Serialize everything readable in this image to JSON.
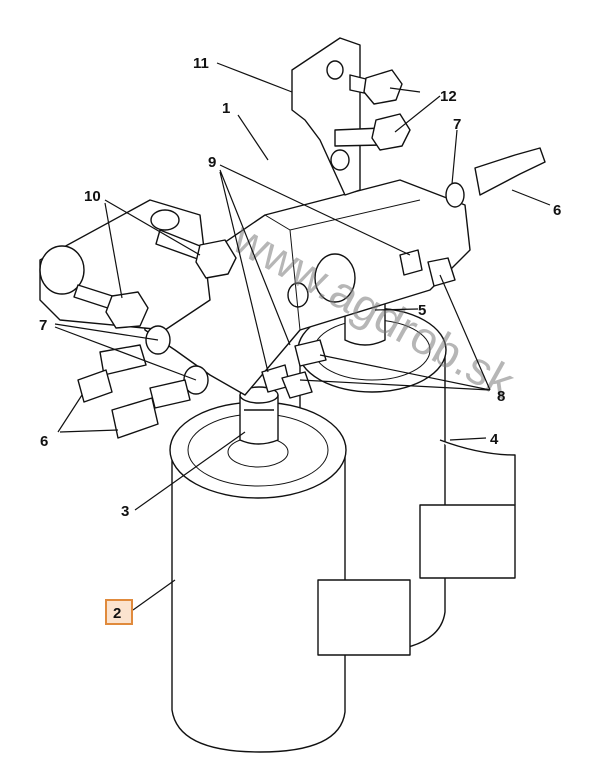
{
  "watermark": "www.agdrob.sk",
  "callouts": {
    "c1": "1",
    "c2": "2",
    "c3": "3",
    "c4": "4",
    "c5": "5",
    "c6a": "6",
    "c6b": "6",
    "c7a": "7",
    "c7b": "7",
    "c8": "8",
    "c9": "9",
    "c10": "10",
    "c11": "11",
    "c12": "12"
  },
  "highlight_color": "#e08a3c",
  "selected_callout": "2"
}
